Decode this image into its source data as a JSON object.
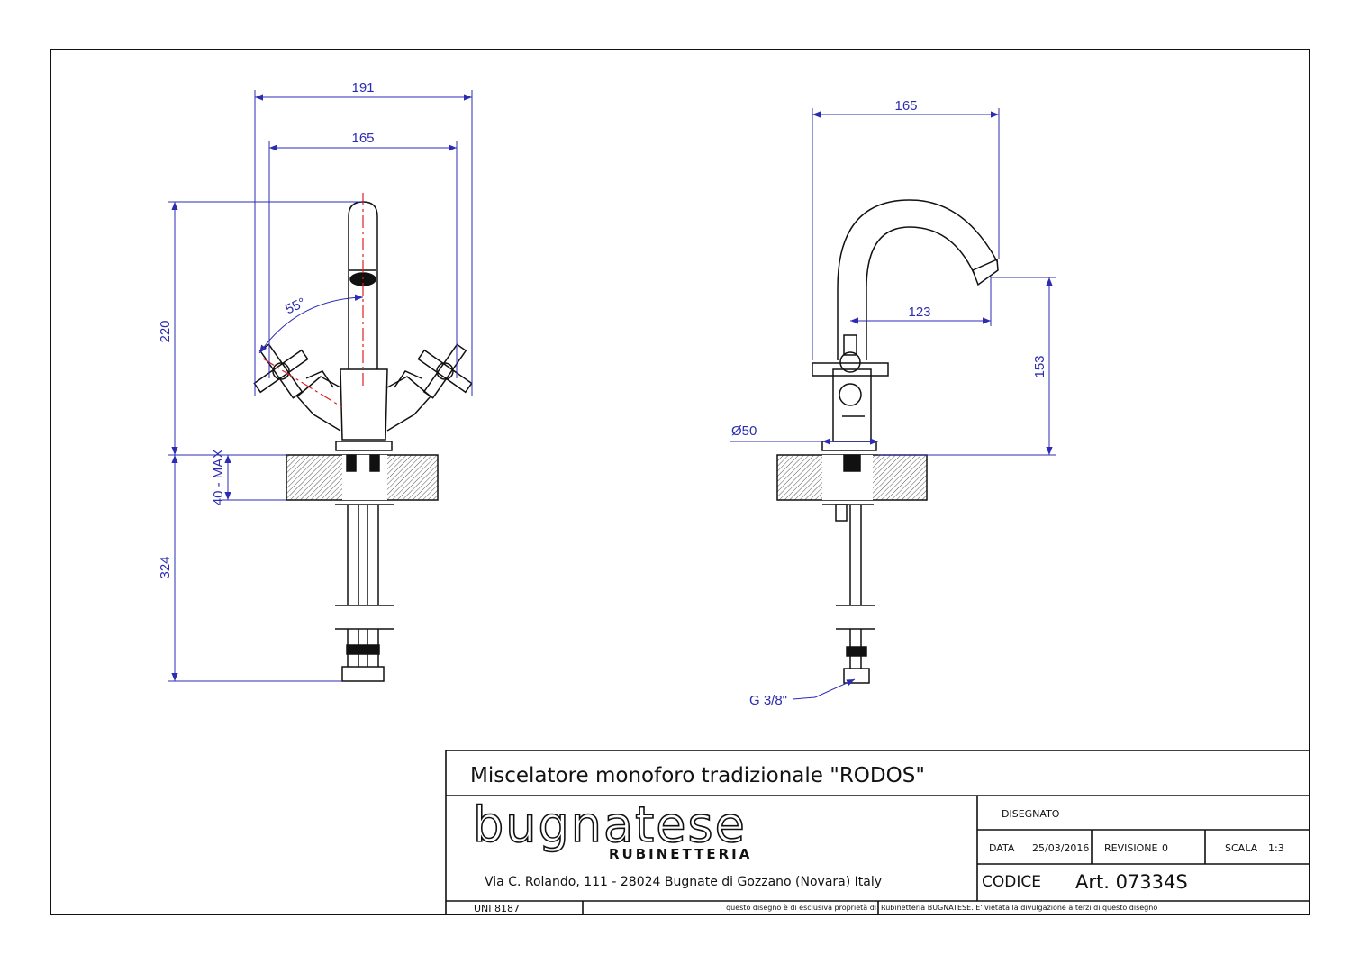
{
  "drawing": {
    "dimensions_front": {
      "overall_width": "191",
      "handles_width": "165",
      "height_above_deck": "220",
      "deck_thickness": "40 - MAX",
      "below_deck": "324",
      "handle_angle": "55°"
    },
    "dimensions_side": {
      "spout_width": "165",
      "spout_reach": "123",
      "spout_height": "153",
      "base_diameter": "Ø50",
      "connection": "G 3/8\""
    }
  },
  "title_block": {
    "title": "Miscelatore monoforo tradizionale \"RODOS\"",
    "logo_main": "bugnatese",
    "logo_sub": "RUBINETTERIA",
    "address": "Via C. Rolando, 111 - 28024 Bugnate di Gozzano (Novara) Italy",
    "disegnato_label": "DISEGNATO",
    "data_label": "DATA",
    "data_value": "25/03/2016",
    "revisione_label": "REVISIONE",
    "revisione_value": "0",
    "scala_label": "SCALA",
    "scala_value": "1:3",
    "codice_label": "CODICE",
    "codice_value": "Art. 07334S",
    "standard": "UNI 8187",
    "notice_left": "questo disegno è di esclusiva proprietà di",
    "notice_right": "Rubinetteria BUGNATESE. E' vietata la divulgazione a terzi di questo disegno"
  },
  "colors": {
    "dimension": "#2b2bb3",
    "centerline": "#e02020",
    "outline": "#111111"
  }
}
